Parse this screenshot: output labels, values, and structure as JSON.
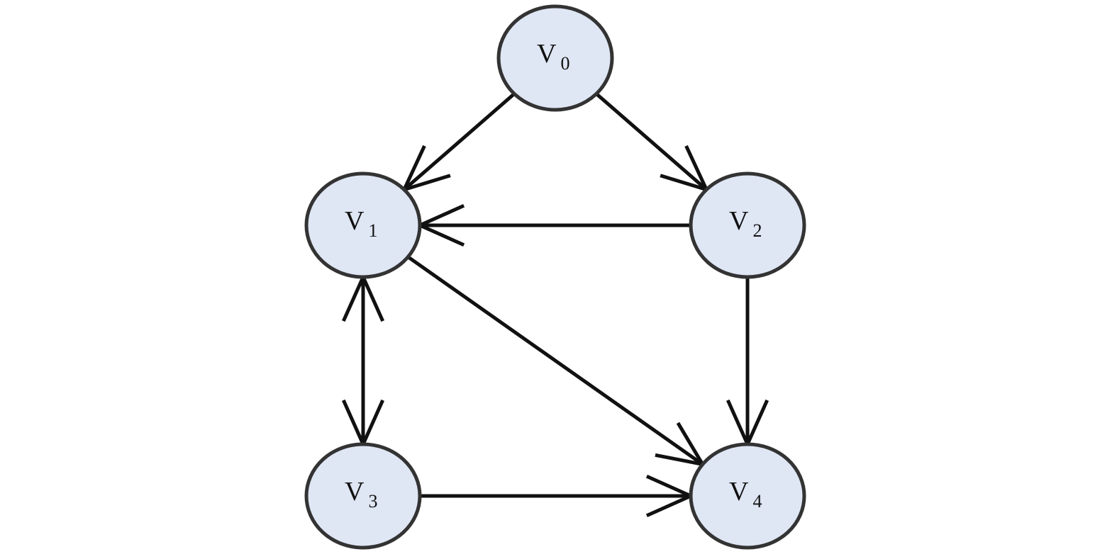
{
  "colors": {
    "node_fill": "#dfe6f4",
    "node_stroke": "#333333",
    "edge": "#111111",
    "background": "#ffffff"
  },
  "graph": {
    "type": "directed",
    "nodes": [
      {
        "id": "v0",
        "letter": "V",
        "sub": "0"
      },
      {
        "id": "v1",
        "letter": "V",
        "sub": "1"
      },
      {
        "id": "v2",
        "letter": "V",
        "sub": "2"
      },
      {
        "id": "v3",
        "letter": "V",
        "sub": "3"
      },
      {
        "id": "v4",
        "letter": "V",
        "sub": "4"
      }
    ],
    "edges": [
      {
        "from": "v0",
        "to": "v1"
      },
      {
        "from": "v0",
        "to": "v2"
      },
      {
        "from": "v2",
        "to": "v1"
      },
      {
        "from": "v1",
        "to": "v4"
      },
      {
        "from": "v2",
        "to": "v4"
      },
      {
        "from": "v1",
        "to": "v3"
      },
      {
        "from": "v3",
        "to": "v1"
      },
      {
        "from": "v3",
        "to": "v4"
      }
    ]
  }
}
